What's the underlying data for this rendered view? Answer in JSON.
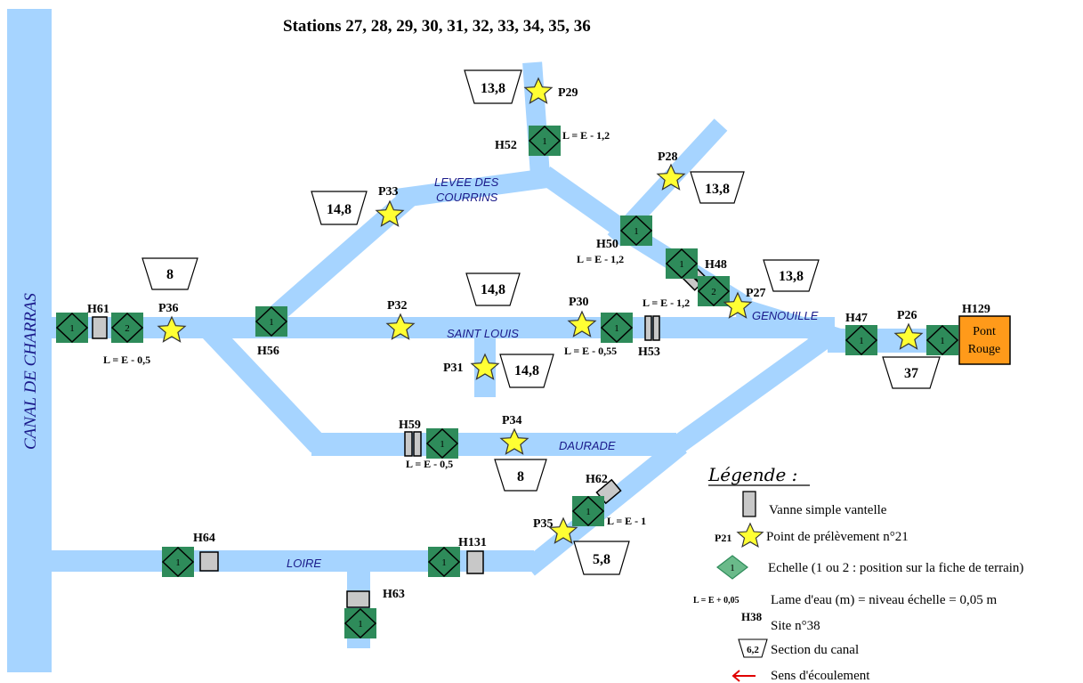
{
  "title": "Stations 27, 28, 29, 30, 31, 32, 33, 34, 35, 36",
  "canal_main": "CANAL DE CHARRAS",
  "canals": {
    "levee_line1": "LEVEE DES",
    "levee_line2": "COURRINS",
    "saint_louis": "SAINT LOUIS",
    "genouille": "GENOUILLE",
    "daurade": "DAURADE",
    "loire": "LOIRE"
  },
  "sites": {
    "h61": "H61",
    "h56": "H56",
    "h52": "H52",
    "h50": "H50",
    "h48": "H48",
    "h47": "H47",
    "h53": "H53",
    "h59": "H59",
    "h62": "H62",
    "h64": "H64",
    "h131": "H131",
    "h63": "H63",
    "h129": "H129"
  },
  "points": {
    "p36": "P36",
    "p33": "P33",
    "p32": "P32",
    "p29": "P29",
    "p28": "P28",
    "p30": "P30",
    "p31": "P31",
    "p27": "P27",
    "p26": "P26",
    "p34": "P34",
    "p35": "P35"
  },
  "levels": {
    "h61": "L = E - 0,5",
    "h52": "L = E - 1,2",
    "h50": "L = E - 1,2",
    "h48": "L = E - 1,2",
    "h53": "L = E - 0,55",
    "h59": "L = E - 0,5",
    "h62": "L = E - 1"
  },
  "sections": {
    "s29": "13,8",
    "s28": "13,8",
    "s33": "14,8",
    "s36": "8",
    "s32": "14,8",
    "s27": "13,8",
    "s31": "14,8",
    "s26": "37",
    "s34": "8",
    "s35": "5,8"
  },
  "gauges": {
    "one": "1",
    "two": "2"
  },
  "pont_rouge": {
    "line1": "Pont",
    "line2": "Rouge"
  },
  "legend": {
    "title": "Légende :",
    "gate": "Vanne simple vantelle",
    "point_code": "P21",
    "point": "Point de prélèvement n°21",
    "gauge_num": "1",
    "gauge": "Echelle (1 ou 2 : position sur la fiche de terrain)",
    "level_code": "L = E + 0,05",
    "level": "Lame d'eau (m) = niveau échelle = 0,05 m",
    "site_code": "H38",
    "site": "Site n°38",
    "section_code": "6,2",
    "section": "Section du canal",
    "flow": "Sens d'écoulement"
  },
  "colors": {
    "water": "#a6d4ff",
    "gauge": "#2e8b5a",
    "star": "#ffff33",
    "pont_rouge": "#ff9a1a",
    "gate": "#c8c8c8",
    "arrow": "#e00000"
  }
}
